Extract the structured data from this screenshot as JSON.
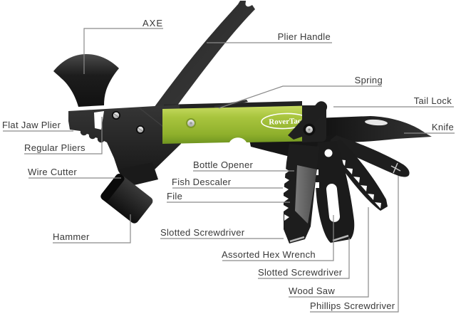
{
  "figure": {
    "type": "annotated-product-diagram",
    "subject": "multi-tool hammer with fold-out tools",
    "background_color": "#ffffff"
  },
  "product": {
    "brand": "RoverTac",
    "handle_color": "#a7c43c",
    "body_color": "#1c1c1c",
    "metal_color": "#c7c7c7"
  },
  "annotation_style": {
    "line_color": "#8a8a8a",
    "text_color": "#383838"
  },
  "labels": [
    {
      "id": "axe",
      "text": "AXE"
    },
    {
      "id": "plier-handle",
      "text": "Plier Handle"
    },
    {
      "id": "spring",
      "text": "Spring"
    },
    {
      "id": "tail-lock",
      "text": "Tail Lock"
    },
    {
      "id": "knife",
      "text": "Knife"
    },
    {
      "id": "flat-jaw-plier",
      "text": "Flat Jaw Plier"
    },
    {
      "id": "regular-pliers",
      "text": "Regular Pliers"
    },
    {
      "id": "wire-cutter",
      "text": "Wire Cutter"
    },
    {
      "id": "hammer",
      "text": "Hammer"
    },
    {
      "id": "bottle-opener",
      "text": "Bottle Opener"
    },
    {
      "id": "fish-descaler",
      "text": "Fish Descaler"
    },
    {
      "id": "file",
      "text": "File"
    },
    {
      "id": "slotted-screwdriver-upper",
      "text": "Slotted Screwdriver"
    },
    {
      "id": "assorted-hex-wrench",
      "text": "Assorted Hex Wrench"
    },
    {
      "id": "slotted-screwdriver-lower",
      "text": "Slotted Screwdriver"
    },
    {
      "id": "wood-saw",
      "text": "Wood Saw"
    },
    {
      "id": "phillips-screwdriver",
      "text": "Phillips Screwdriver"
    }
  ]
}
